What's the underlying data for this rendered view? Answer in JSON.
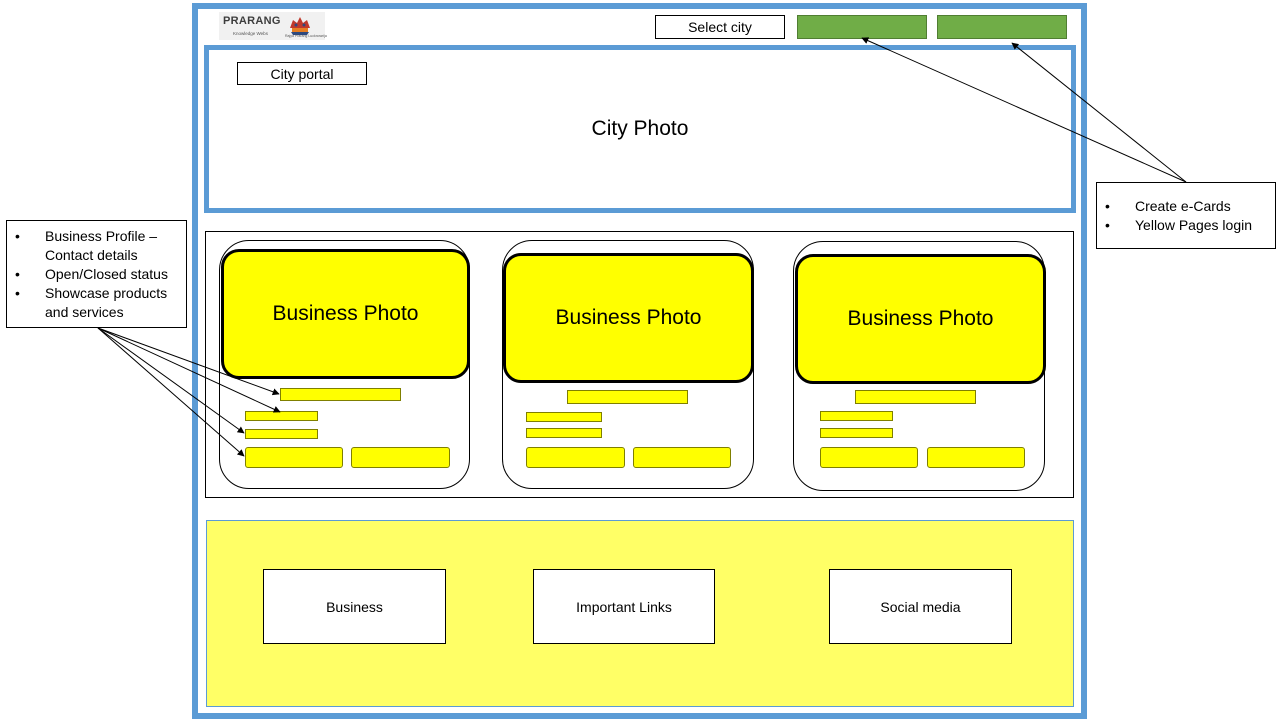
{
  "header": {
    "logo_text": "PRARANG",
    "logo_subtitle": "Knowledge Webs",
    "logo_emblem_subtitle": "Rajya Prarang Lucknowrija",
    "select_city_label": "Select city"
  },
  "hero": {
    "city_portal_label": "City portal",
    "city_photo_label": "City Photo"
  },
  "business_cards": [
    {
      "photo_label": "Business Photo"
    },
    {
      "photo_label": "Business Photo"
    },
    {
      "photo_label": "Business Photo"
    }
  ],
  "footer": {
    "boxes": [
      {
        "label": "Business"
      },
      {
        "label": "Important  Links"
      },
      {
        "label": "Social media"
      }
    ]
  },
  "callouts": {
    "business_card": {
      "items": [
        "Business Profile – Contact details",
        "Open/Closed status",
        "Showcase products and services"
      ]
    },
    "header_buttons": {
      "items": [
        "Create e-Cards",
        "Yellow Pages login"
      ]
    }
  },
  "colors": {
    "frame_blue": "#5b9bd5",
    "button_green": "#70ad47",
    "highlight_yellow": "#ffff00",
    "footer_yellow": "#ffff66"
  }
}
